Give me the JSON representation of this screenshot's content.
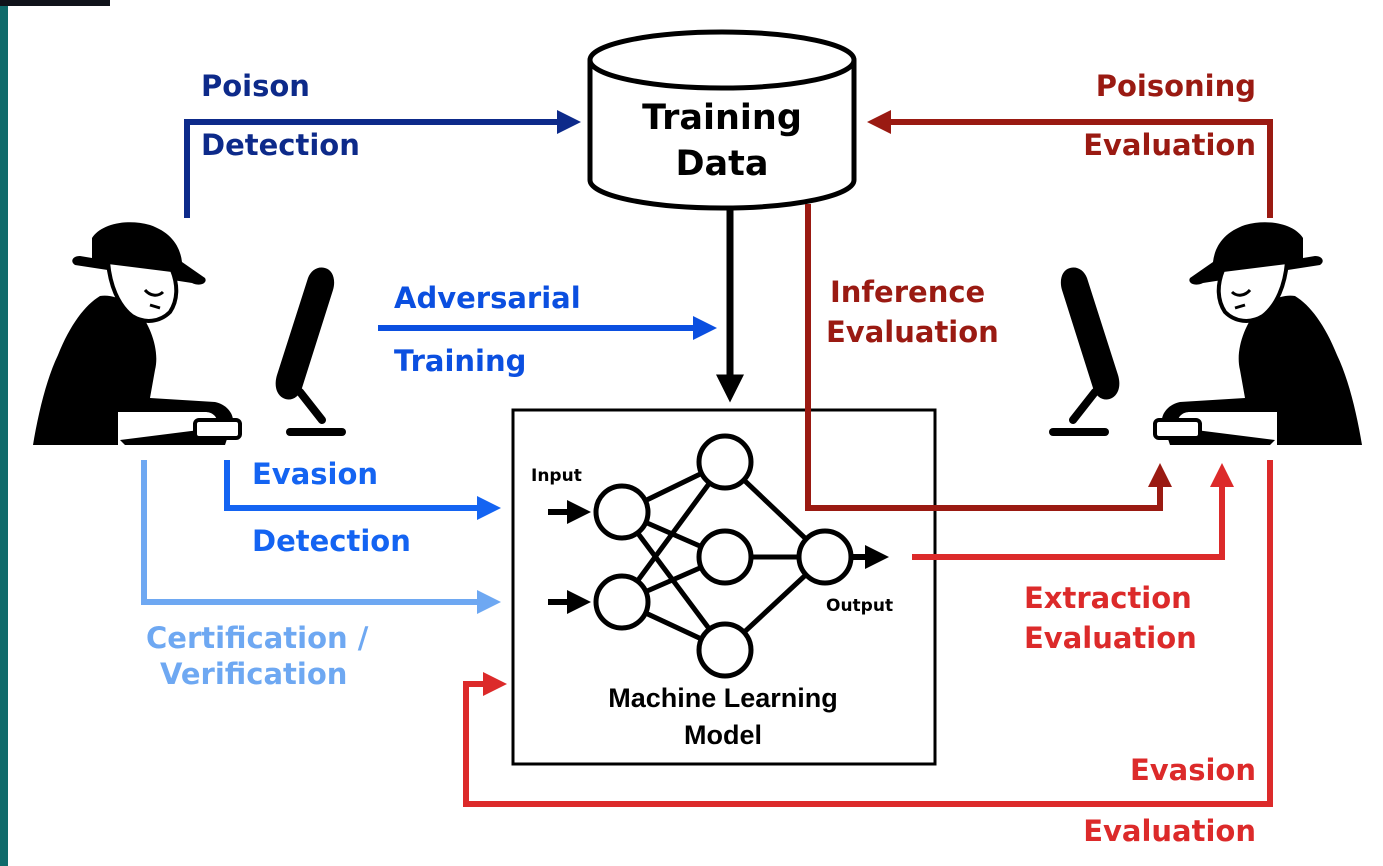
{
  "colors": {
    "dark_blue": "#0d2a8a",
    "mid_blue": "#0b4fe0",
    "bright_blue": "#1464f2",
    "light_blue": "#6ea8f2",
    "dark_red": "#9a1a12",
    "red": "#dc2a2a",
    "black": "#000000"
  },
  "training_data": {
    "line1": "Training",
    "line2": "Data"
  },
  "model": {
    "input": "Input",
    "output": "Output",
    "line1": "Machine Learning",
    "line2": "Model"
  },
  "defender": {
    "poison_detection": {
      "line1": "Poison",
      "line2": "Detection"
    },
    "adversarial_training": {
      "line1": "Adversarial",
      "line2": "Training"
    },
    "evasion_detection": {
      "line1": "Evasion",
      "line2": "Detection"
    },
    "certification": {
      "line1": "Certification /",
      "line2": "Verification"
    }
  },
  "attacker": {
    "poisoning_evaluation": {
      "line1": "Poisoning",
      "line2": "Evaluation"
    },
    "inference_evaluation": {
      "line1": "Inference",
      "line2": "Evaluation"
    },
    "extraction_evaluation": {
      "line1": "Extraction",
      "line2": "Evaluation"
    },
    "evasion_evaluation": {
      "line1": "Evasion",
      "line2": "Evaluation"
    }
  }
}
